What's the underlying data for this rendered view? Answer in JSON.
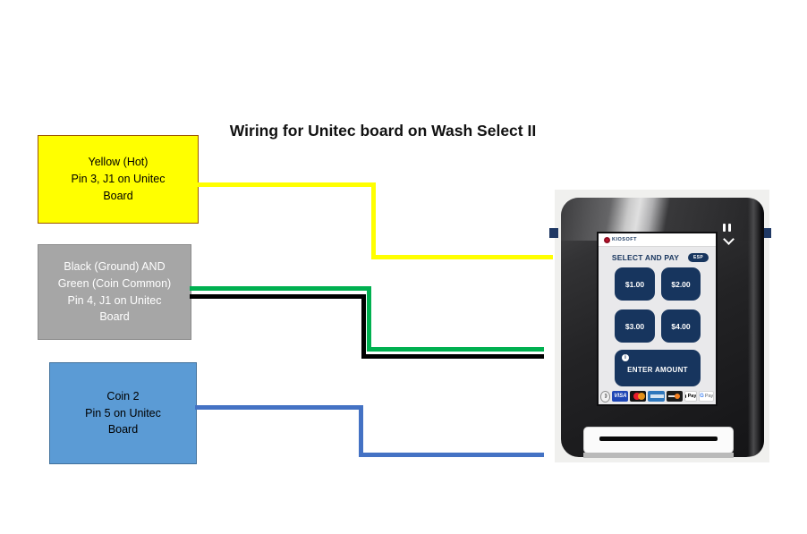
{
  "title": "Wiring for Unitec board on Wash Select II",
  "boxes": [
    {
      "id": "yellow-hot",
      "label": "Yellow (Hot)\nPin 3, J1 on Unitec\nBoard",
      "fill": "#ffff00",
      "border": "#9c5700",
      "wire_color": "#ffff00"
    },
    {
      "id": "black-green-ground",
      "label": "Black (Ground) AND\nGreen (Coin Common)\nPin 4, J1 on Unitec\nBoard",
      "fill": "#a6a6a6",
      "border": "#8c8c8c",
      "wire_colors": [
        "#00b050",
        "#000000"
      ]
    },
    {
      "id": "coin2",
      "label": "Coin 2\nPin 5 on Unitec\nBoard",
      "fill": "#5b9bd5",
      "border": "#41719c",
      "wire_color": "#4472c4"
    }
  ],
  "terminal": {
    "brand": "KIOSOFT",
    "screen_title": "SELECT AND PAY",
    "esp_button": "ESP",
    "amount_buttons": [
      "$1.00",
      "$2.00",
      "$3.00",
      "$4.00"
    ],
    "enter_amount": {
      "info_icon": "i",
      "label": "ENTER AMOUNT"
    },
    "payment_row": {
      "methods": [
        "contactless",
        "VISA",
        "Mastercard",
        "AMEX",
        "Discover",
        "Apple Pay",
        "Google Pay"
      ],
      "visa_label": "VISA",
      "apple_pay_label": "Pay",
      "gpay_label": "Pay",
      "gpay_g": "G",
      "contactless_glyph": ")))"
    },
    "accent_navy": "#17355e",
    "tab_color": "#1f3864"
  }
}
